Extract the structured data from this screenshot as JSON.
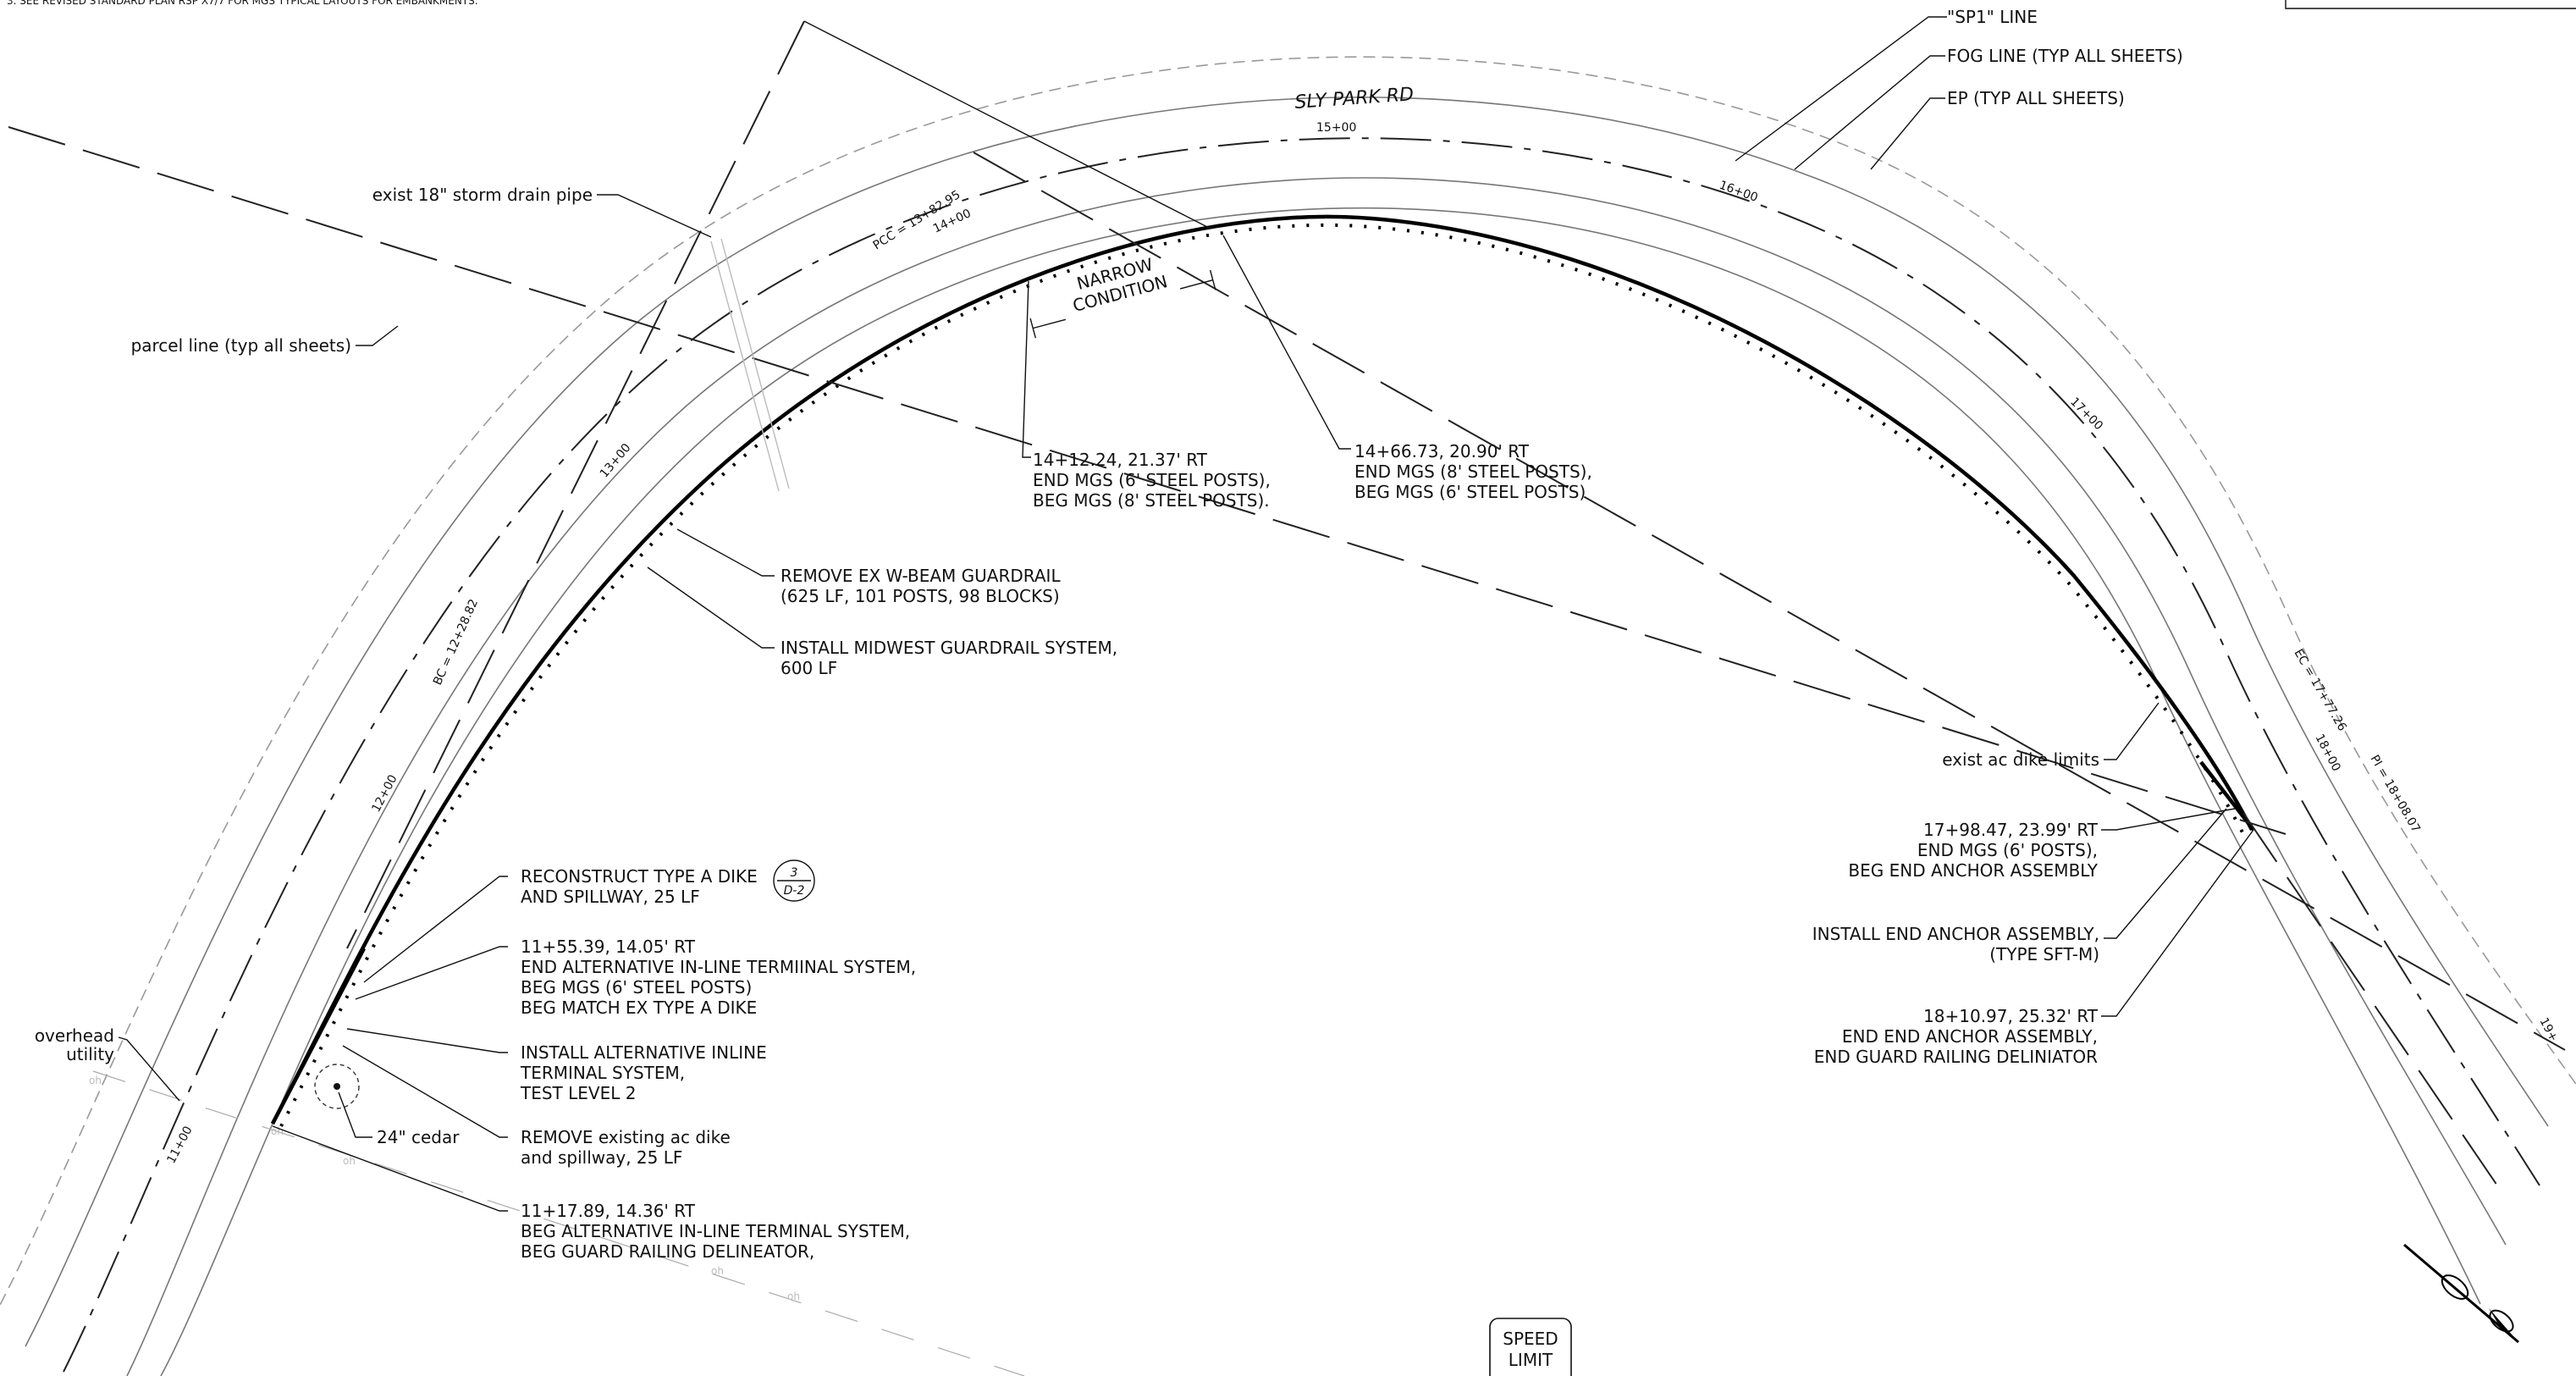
{
  "sheet": {
    "top_note": "3. SEE REVISED STANDARD PLAN RSP X7/7 FOR MGS TYPICAL LAYOUTS FOR EMBANKMENTS.",
    "road_name": "SLY PARK RD",
    "stations": [
      "11+00",
      "12+00",
      "13+00",
      "14+00",
      "15+00",
      "16+00",
      "17+00",
      "18+00",
      "19+"
    ],
    "curve_points": {
      "bc": "BC = 12+28.82",
      "pcc": "PCC = 13+82.95",
      "ec": "EC = 17+77.26",
      "pi": "PI = 18+08.07"
    },
    "legend_lines": {
      "sp1": "\"SP1\" LINE",
      "fog": "FOG LINE (TYP ALL SHEETS)",
      "ep": "EP (TYP ALL SHEETS)"
    },
    "callouts": {
      "storm_drain": "exist 18\" storm drain pipe",
      "parcel": "parcel line (typ all sheets)",
      "overhead_1": "overhead",
      "overhead_2": "utility",
      "cedar": "24\" cedar",
      "narrow_1": "NARROW",
      "narrow_2": "CONDITION",
      "dike_limits": "exist ac dike limits",
      "oh": "oh"
    },
    "notes": {
      "n1412": [
        "14+12.24, 21.37' RT",
        "END MGS (6' STEEL POSTS),",
        "BEG MGS (8' STEEL POSTS)."
      ],
      "n1466": [
        "14+66.73, 20.90' RT",
        "END MGS (8' STEEL POSTS),",
        "BEG MGS (6' STEEL POSTS)"
      ],
      "remove_wbeam": [
        "REMOVE EX W-BEAM GUARDRAIL",
        "(625 LF, 101 POSTS, 98 BLOCKS)"
      ],
      "install_mgs": [
        "INSTALL MIDWEST GUARDRAIL SYSTEM,",
        "600 LF"
      ],
      "reconstruct_dike": [
        "RECONSTRUCT TYPE A DIKE",
        "AND SPILLWAY, 25 LF"
      ],
      "detail_num": "3",
      "detail_sheet": "D-2",
      "n1155": [
        "11+55.39, 14.05' RT",
        "END ALTERNATIVE IN-LINE TERMIINAL SYSTEM,",
        "BEG MGS (6' STEEL POSTS)",
        "BEG MATCH EX TYPE A DIKE"
      ],
      "install_inline": [
        "INSTALL ALTERNATIVE INLINE",
        "TERMINAL SYSTEM,",
        "TEST LEVEL 2"
      ],
      "remove_dike": [
        "REMOVE existing ac dike",
        "and spillway, 25 LF"
      ],
      "n1117": [
        "11+17.89, 14.36' RT",
        "BEG ALTERNATIVE IN-LINE TERMINAL SYSTEM,",
        "BEG GUARD RAILING DELINEATOR,"
      ],
      "n1798": [
        "17+98.47, 23.99' RT",
        "END MGS (6' POSTS),",
        "BEG END ANCHOR ASSEMBLY"
      ],
      "install_anchor": [
        "INSTALL END ANCHOR ASSEMBLY,",
        "(TYPE SFT-M)"
      ],
      "n1810": [
        "18+10.97, 25.32' RT",
        "END END ANCHOR ASSEMBLY,",
        "END GUARD RAILING DELINIATOR"
      ]
    },
    "sign": [
      "SPEED",
      "LIMIT"
    ]
  }
}
